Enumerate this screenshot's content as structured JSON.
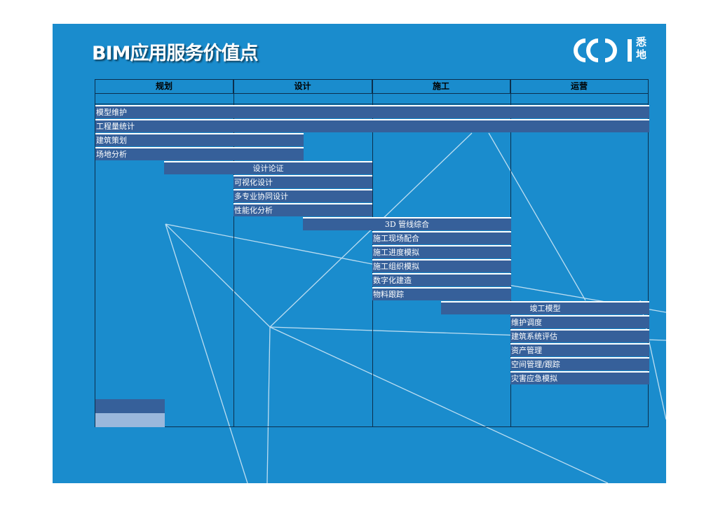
{
  "title": "BIM应用服务价值点",
  "logo": {
    "text_top": "悉",
    "text_bottom": "地"
  },
  "phases": [
    "规划",
    "设计",
    "施工",
    "运营"
  ],
  "tasks": [
    "模型维护",
    "工程量统计",
    "建筑策划",
    "场地分析",
    "设计论证",
    "可视化设计",
    "多专业协同设计",
    "性能化分析",
    "3D 管线综合",
    "施工现场配合",
    "施工进度模拟",
    "施工组织模拟",
    "数字化建造",
    "物料跟踪",
    "竣工模型",
    "维护调度",
    "建筑系统评估",
    "资产管理",
    "空间管理/跟踪",
    "灾害应急模拟"
  ],
  "colors": {
    "background": "#1a8ccd",
    "bar": "#36609a",
    "legend_light": "#9ab8dc",
    "grid": "#0b2f4d"
  }
}
